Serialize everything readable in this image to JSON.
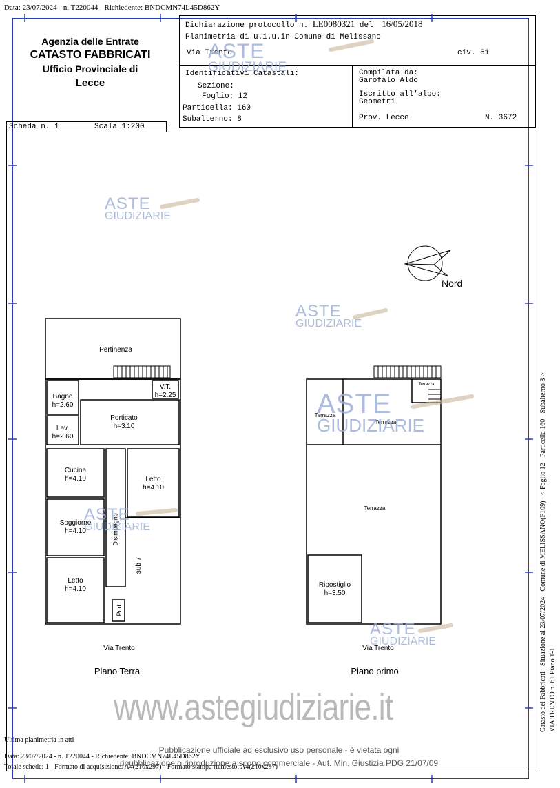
{
  "top_line": "Data: 23/07/2024 - n. T220044 - Richiedente: BNDCMN74L45D862Y",
  "agency": {
    "line1": "Agenzia delle Entrate",
    "line2": "CATASTO FABBRICATI",
    "line3": "Ufficio Provinciale di",
    "line4": "Lecce"
  },
  "declaration": {
    "prefix": "Dichiarazione protocollo n.",
    "number": "LE0080321",
    "del": "del",
    "date": "16/05/2018",
    "planimetria": "Planimetria di u.i.u.in Comune di Melissano",
    "via": "Via Trento",
    "civ": "civ. 61"
  },
  "identificativi": {
    "title": "Identificativi Catastali:",
    "sezione": "Sezione:",
    "foglio": "Foglio: 12",
    "particella": "Particella: 160",
    "subalterno": "Subalterno: 8"
  },
  "compilata": {
    "label": "Compilata da:",
    "name": "Garofalo Aldo",
    "albo": "Iscritto all'albo:",
    "albo_value": "Geometri",
    "prov": "Prov. Lecce",
    "n": "N. 3672"
  },
  "scheda": "Scheda n. 1",
  "scala": "Scala 1:200",
  "nord": "Nord",
  "rooms_pt": {
    "pertinenza": "Pertinenza",
    "vt": "V.T.",
    "vt_h": "h=2.25",
    "bagno": "Bagno",
    "bagno_h": "h=2.60",
    "lav": "Lav.",
    "lav_h": "h=2.60",
    "porticato": "Porticato",
    "porticato_h": "h=3.10",
    "cucina": "Cucina",
    "cucina_h": "h=4.10",
    "letto1": "Letto",
    "letto1_h": "h=4.10",
    "soggiorno": "Soggiorno",
    "soggiorno_h": "h=4.10",
    "disimpegno": "Disimpegno",
    "letto2": "Letto",
    "letto2_h": "h=4.10",
    "sub7": "sub 7",
    "port": "Port."
  },
  "rooms_pp": {
    "terrazza_small": "Terrazza",
    "terrazza_left": "Terrazza",
    "terrazza_mid": "Terrazza",
    "terrazza_main": "Terrazza",
    "ripostiglio": "Ripostiglio",
    "ripostiglio_h": "h=3.50"
  },
  "street_pt": "Via Trento",
  "street_pp": "Via Trento",
  "piano_terra": "Piano Terra",
  "piano_primo": "Piano primo",
  "watermark": {
    "aste": "ASTE",
    "giudiziarie": "GIUDIZIARIE",
    "site": "www.astegiudiziarie.it"
  },
  "side_text_1": "Catasto dei Fabbricati - Situazione al 23/07/2024 - Comune di MELISSANO(F109) - < Foglio 12 - Particella 160 - Subalterno 8 >",
  "side_text_2": "VIA TRENTO n. 61 Piano T-1",
  "footer": {
    "ultima": "Ultima planimetria in atti",
    "data": "Data: 23/07/2024 - n. T220044 - Richiedente: BNDCMN74L45D862Y",
    "totale": "Totale schede: 1 - Formato di acquisizione: A4(210x297) - Formato stampa richiesto: A4(210x297)",
    "pub1": "Pubblicazione ufficiale ad esclusivo uso personale - è vietata ogni",
    "pub2": "ripubblicazione o riproduzione a scopo commerciale - Aut. Min. Giustizia PDG 21/07/09"
  }
}
